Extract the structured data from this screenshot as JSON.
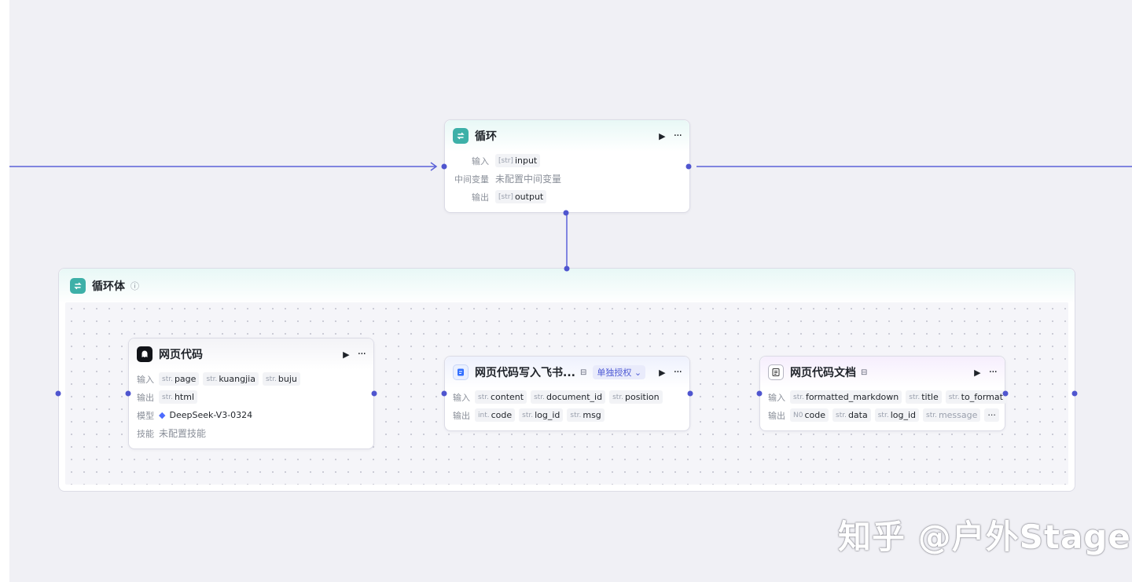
{
  "loop_node": {
    "title": "循环",
    "input_label": "输入",
    "mid_label": "中间变量",
    "output_label": "输出",
    "input_tag": {
      "type": "[str]",
      "name": "input"
    },
    "mid_value": "未配置中间变量",
    "output_tag": {
      "type": "[str]",
      "name": "output"
    }
  },
  "loop_body": {
    "title": "循环体"
  },
  "llm_node": {
    "title": "网页代码",
    "input_label": "输入",
    "output_label": "输出",
    "model_label": "模型",
    "skill_label": "技能",
    "inputs": [
      {
        "type": "str.",
        "name": "page"
      },
      {
        "type": "str.",
        "name": "kuangjia"
      },
      {
        "type": "str.",
        "name": "buju"
      }
    ],
    "outputs": [
      {
        "type": "str.",
        "name": "html"
      }
    ],
    "model": "DeepSeek-V3-0324",
    "skill_value": "未配置技能"
  },
  "feishu_node": {
    "title": "网页代码写入飞书...",
    "badge": "单独授权",
    "input_label": "输入",
    "output_label": "输出",
    "inputs": [
      {
        "type": "str.",
        "name": "content"
      },
      {
        "type": "str.",
        "name": "document_id"
      },
      {
        "type": "str.",
        "name": "position"
      }
    ],
    "outputs": [
      {
        "type": "int.",
        "name": "code"
      },
      {
        "type": "str.",
        "name": "log_id"
      },
      {
        "type": "str.",
        "name": "msg"
      }
    ]
  },
  "doc_node": {
    "title": "网页代码文档",
    "input_label": "输入",
    "output_label": "输出",
    "inputs": [
      {
        "type": "str.",
        "name": "formatted_markdown"
      },
      {
        "type": "str.",
        "name": "title"
      },
      {
        "type": "str.",
        "name": "to_format"
      }
    ],
    "outputs": [
      {
        "type": "N0",
        "name": "code"
      },
      {
        "type": "str.",
        "name": "data"
      },
      {
        "type": "str.",
        "name": "log_id"
      },
      {
        "type": "str.",
        "name": "message"
      }
    ],
    "more": "···"
  },
  "watermark": "知乎 @户外Stage",
  "colors": {
    "edge": "#5a61d8",
    "loop_icon": "#3db0a8",
    "canvas": "#f0f0f5"
  },
  "icons": {
    "loop": "loop-arrows-icon",
    "llm": "ghost-icon",
    "feishu": "feishu-doc-icon",
    "doc": "document-icon",
    "run": "play-icon",
    "more": "more-dots-icon"
  }
}
